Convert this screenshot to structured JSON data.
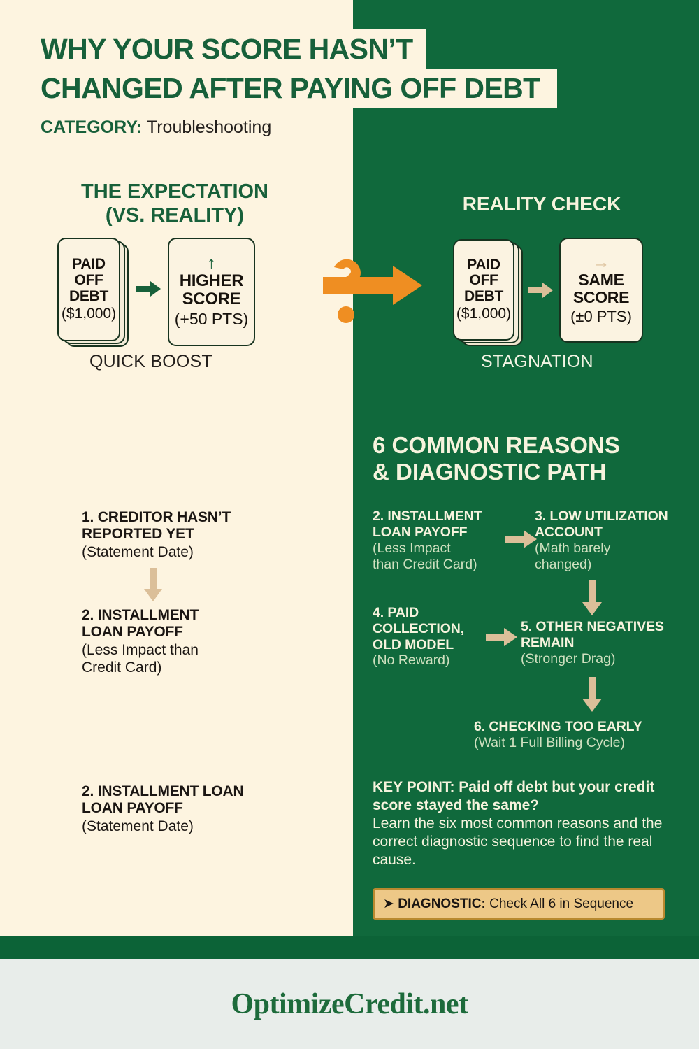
{
  "colors": {
    "green": "#10693c",
    "cream": "#fdf4e0",
    "orange": "#ef8e22",
    "tan": "#dbbf99",
    "badge_bg": "#edc887",
    "badge_border": "#b8892f",
    "footer_bg": "#e8edea",
    "title_green": "#17603a",
    "light_text": "#f6f3dd",
    "sub_green_text": "#cfe0bf"
  },
  "header": {
    "title_line1": "WHY YOUR SCORE HASN’T",
    "title_line2": "CHANGED AFTER PAYING OFF DEBT",
    "category_label": "CATEGORY:",
    "category_value": "Troubleshooting"
  },
  "expectation": {
    "heading_line1": "THE EXPECTATION",
    "heading_line2": "(VS. REALITY)",
    "card1": {
      "line1": "PAID",
      "line2": "OFF",
      "line3": "DEBT",
      "sub": "($1,000)"
    },
    "card2": {
      "icon": "arrow-up-icon",
      "line1": "HIGHER",
      "line2": "SCORE",
      "sub": "(+50 PTS)"
    },
    "connector_icon": "arrow-right-icon",
    "caption": "QUICK BOOST"
  },
  "divider": {
    "question_icon": "question-mark-icon",
    "arrow_icon": "long-arrow-right-icon"
  },
  "reality": {
    "heading": "REALITY CHECK",
    "card1": {
      "line1": "PAID",
      "line2": "OFF",
      "line3": "DEBT",
      "sub": "($1,000)"
    },
    "card2": {
      "icon": "arrow-right-icon",
      "line1": "SAME",
      "line2": "SCORE",
      "sub": "(±0 PTS)"
    },
    "connector_icon": "arrow-right-icon",
    "caption": "STAGNATION"
  },
  "left_steps": [
    {
      "title_line1": "1. CREDITOR HASN’T",
      "title_line2": "REPORTED YET",
      "sub_line1": "(Statement Date)",
      "sub_line2": ""
    },
    {
      "title_line1": "2. INSTALLMENT",
      "title_line2": "LOAN PAYOFF",
      "sub_line1": "(Less Impact than",
      "sub_line2": "Credit Card)"
    },
    {
      "title_line1": "2. INSTALLMENT LOAN",
      "title_line2": "LOAN PAYOFF",
      "sub_line1": "(Statement Date)",
      "sub_line2": ""
    }
  ],
  "reasons": {
    "heading_line1": "6 COMMON REASONS",
    "heading_line2": "& DIAGNOSTIC PATH",
    "steps": [
      {
        "title_line1": "2. INSTALLMENT",
        "title_line2": "LOAN PAYOFF",
        "sub_line1": "(Less Impact",
        "sub_line2": "than Credit Card)"
      },
      {
        "title_line1": "3. LOW UTILIZATION",
        "title_line2": "ACCOUNT",
        "sub_line1": "(Math barely",
        "sub_line2": "changed)"
      },
      {
        "title_line1": "4. PAID",
        "title_line2": "COLLECTION,",
        "title_line3": "OLD MODEL",
        "sub_line1": "(No Reward)",
        "sub_line2": ""
      },
      {
        "title_line1": "5. OTHER NEGATIVES",
        "title_line2": "REMAIN",
        "sub_line1": "(Stronger Drag)",
        "sub_line2": ""
      },
      {
        "title_line1": "6. CHECKING TOO EARLY",
        "title_line2": "",
        "sub_line1": "(Wait 1 Full Billing Cycle)",
        "sub_line2": ""
      }
    ]
  },
  "keypoint": {
    "label": "KEY POINT:",
    "headline": " Paid off debt but your credit score stayed the same?",
    "body": "Learn the six most common reasons and the correct diagnostic sequence to find the real cause."
  },
  "diagnostic": {
    "arrow_icon": "arrow-right-icon",
    "label": "DIAGNOSTIC:",
    "value": " Check All 6 in Sequence"
  },
  "footer": {
    "brand": "OptimizeCredit.net"
  }
}
